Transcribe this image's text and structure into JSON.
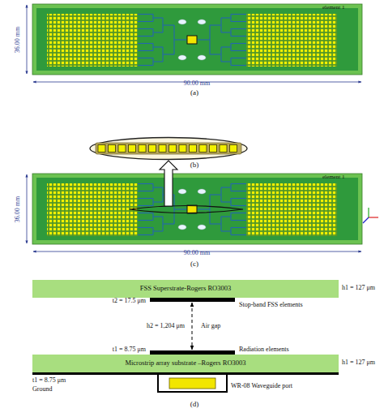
{
  "diagram": {
    "nodes": [
      {
        "text": [
          "FSS Superstrate-Rogers RO3003"
        ]
      },
      {
        "text": [
          "Microstrip array substrate –Rogers RO3003"
        ]
      }
    ],
    "edges": [
      {
        "from": 0,
        "to": 1,
        "arrow": "both"
      }
    ],
    "labels": [
      "element 1",
      "36.00 mm",
      "90.00 mm",
      "(a)",
      "(b)",
      "element 1",
      "36.00 mm",
      "90.00 mm",
      "(c)",
      "h1 = 127 μm",
      "t2 = 17.5 μm",
      "Stop-band FSS elements",
      "h2 = 1,204 μm",
      "Air gap",
      "t1 = 8.75 μm",
      "Radiation elements",
      "h1 = 127 μm",
      "t1 = 8.75 μm",
      "Ground",
      "WR-08 Waveguide port",
      "(d)"
    ]
  }
}
